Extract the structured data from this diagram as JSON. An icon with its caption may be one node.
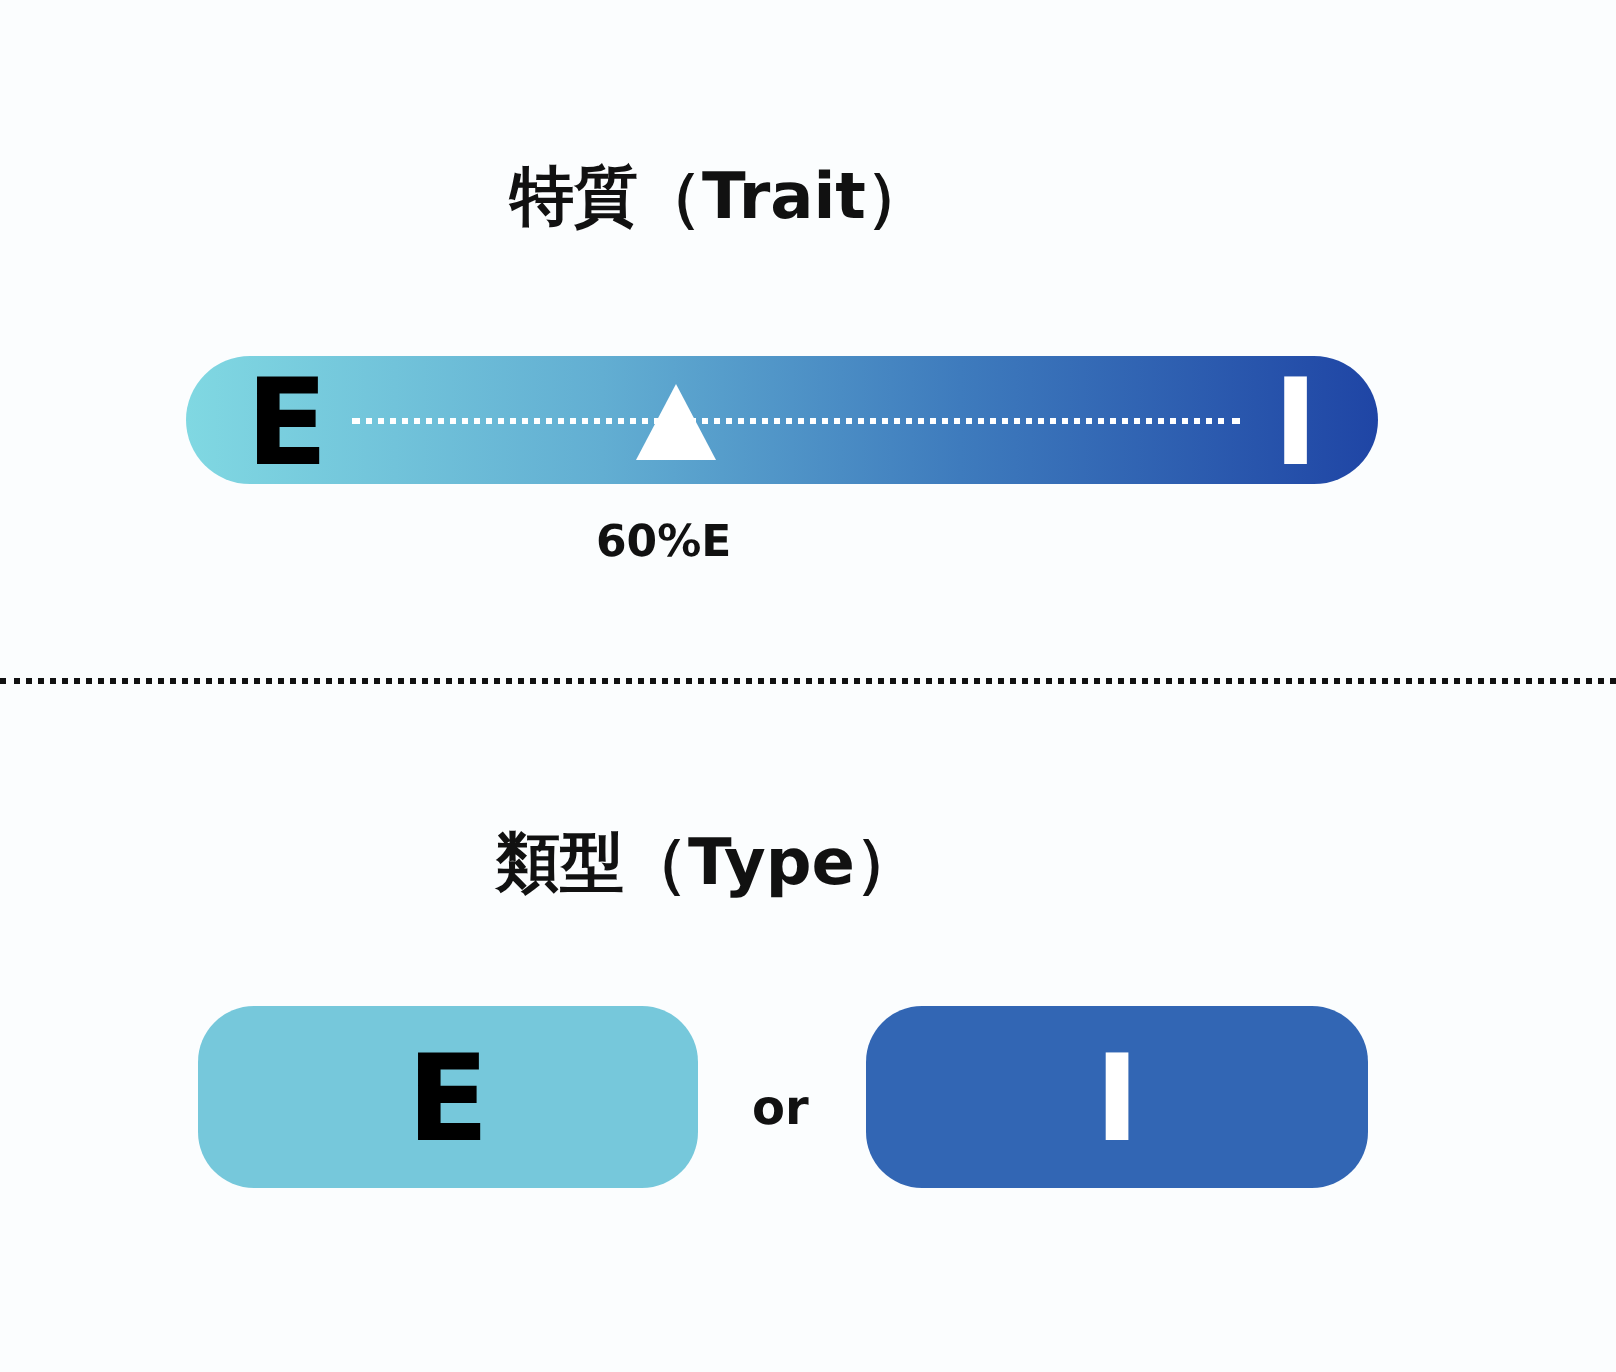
{
  "diagram": {
    "nodes": [
      {
        "text": [
          "E",
          "I"
        ],
        "beside": [
          "60%E"
        ]
      },
      {
        "text": [
          "E"
        ]
      },
      {
        "text": [
          "I"
        ]
      }
    ],
    "labels": [
      "特質（Trait）",
      "類型（Type）",
      "or"
    ]
  }
}
